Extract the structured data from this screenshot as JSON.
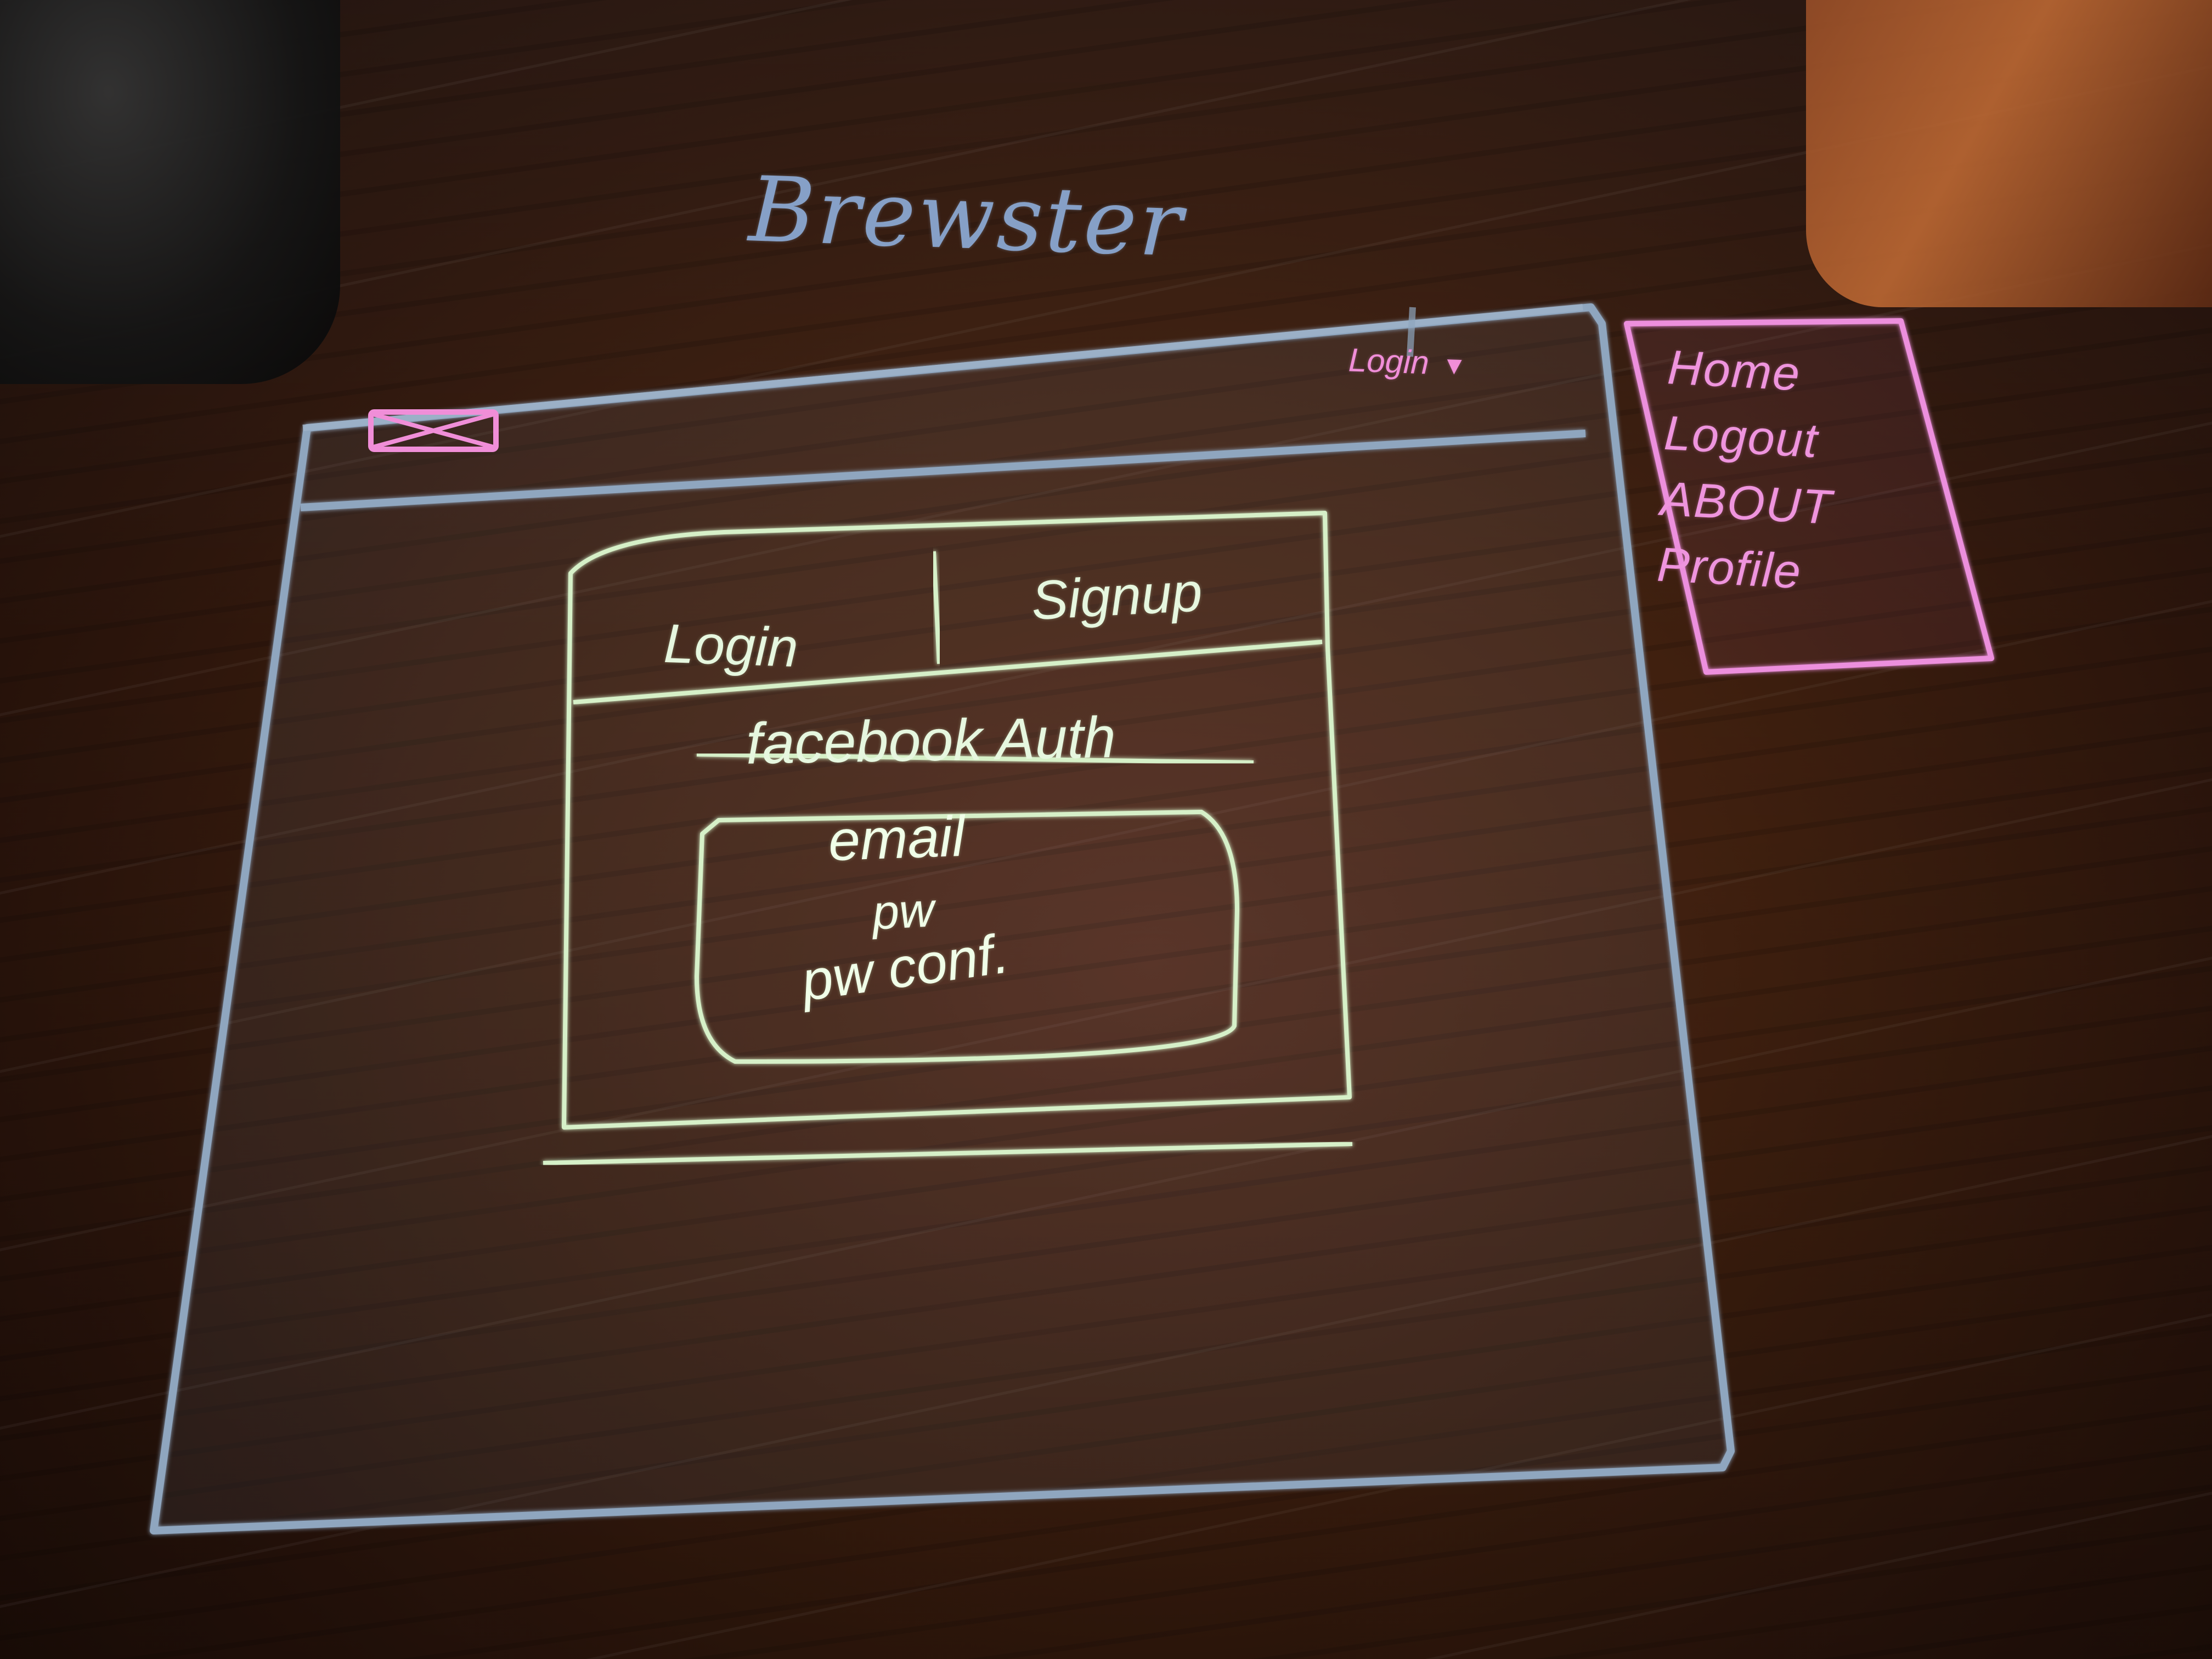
{
  "app": {
    "title": "Brewster"
  },
  "header": {
    "login_label": "Login",
    "login_arrow": "▾"
  },
  "menu": {
    "items": [
      "Home",
      "Logout",
      "ABOUT",
      "Profile"
    ]
  },
  "auth": {
    "tabs": [
      "Login",
      "Signup"
    ],
    "facebook_label": "facebook Auth",
    "fields": [
      "email",
      "pw",
      "pw conf."
    ]
  },
  "icons": {
    "logo": "image-placeholder-icon"
  },
  "colors": {
    "browser_frame": "#8fa6bf",
    "sketch_pink": "#f08ed8",
    "sketch_green": "#d6f0c8",
    "table_wood": "#4a2414"
  }
}
